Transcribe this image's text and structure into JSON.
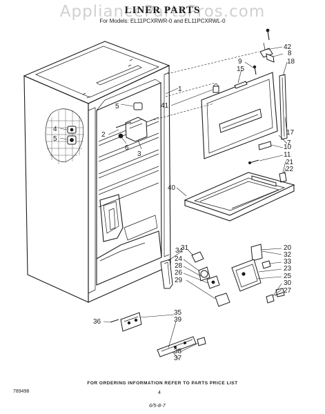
{
  "header": {
    "watermark": "AppliancePartsPros.com",
    "title": "LINER PARTS",
    "subtitle": "For Models: EL11PCXRWR-0 and EL11PCXRWL-0"
  },
  "part_labels": [
    "1",
    "2",
    "3",
    "4",
    "5",
    "5",
    "6",
    "7",
    "8",
    "9",
    "10",
    "11",
    "15",
    "17",
    "18",
    "20",
    "21",
    "22",
    "23",
    "24",
    "25",
    "26",
    "27",
    "28",
    "29",
    "30",
    "31",
    "32",
    "33",
    "34",
    "35",
    "36",
    "37",
    "38",
    "39",
    "40",
    "41",
    "42"
  ],
  "footer": {
    "note": "FOR ORDERING INFORMATION REFER TO PARTS PRICE LIST",
    "doc_number": "789498",
    "page_number": "4",
    "date_code": "6/5-8-7"
  }
}
